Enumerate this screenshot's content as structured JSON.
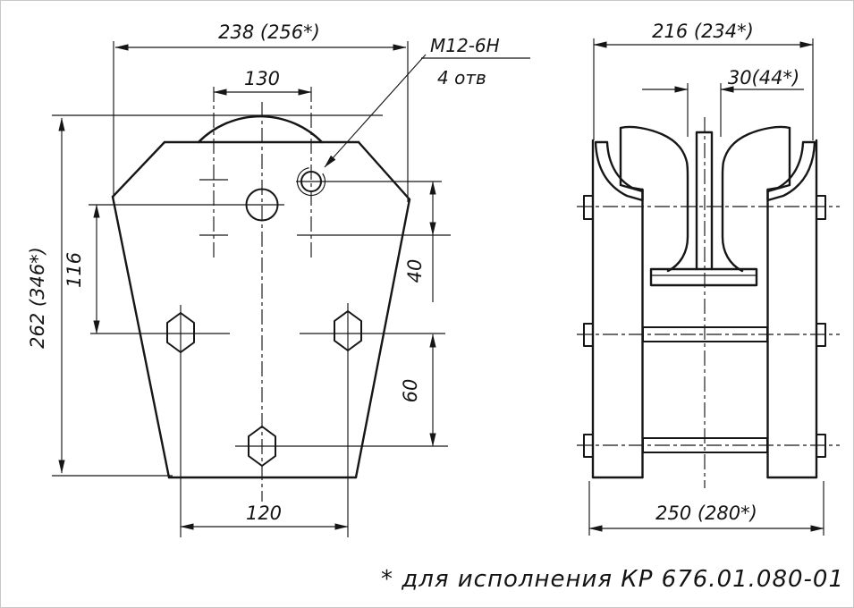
{
  "drawing": {
    "front_view": {
      "dim_width_top": "238 (256*)",
      "dim_hole_span": "130",
      "dim_height": "262 (346*)",
      "dim_row_offset": "116",
      "dim_hole_to_row": "40",
      "dim_row_to_row": "60",
      "dim_bottom_span": "120",
      "callout_thread": "М12-6Н",
      "callout_holes": "4 отв"
    },
    "side_view": {
      "dim_width_top": "216 (234*)",
      "dim_slot": "30(44*)",
      "dim_width_bottom": "250 (280*)"
    },
    "footnote": "* для исполнения КР 676.01.080-01",
    "line_color": "#161616"
  }
}
